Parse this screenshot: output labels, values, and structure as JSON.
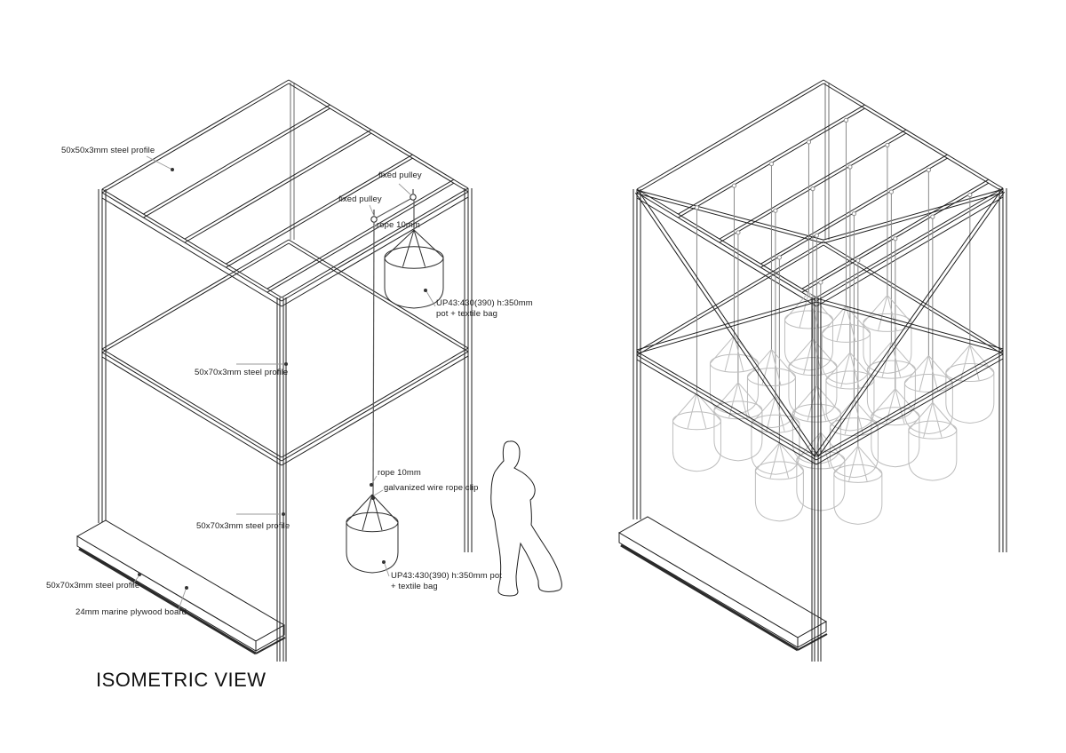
{
  "page": {
    "title": "ISOMETRIC VIEW"
  },
  "colors": {
    "background": "#ffffff",
    "frame_line": "#1f1f1f",
    "back_post": "#6e6e6e",
    "pot_dark": "#2b2b2b",
    "pot_light": "#bdbdbd",
    "rope": "#8a8a8a",
    "rope_dark": "#555555",
    "leader": "#9a9a9a",
    "leader_dot": "#333333",
    "bench_profile": "#2a2a2a"
  },
  "annotations": {
    "profile_top": "50x50x3mm steel profile",
    "fixed_pulley_upper": "fixed pulley",
    "fixed_pulley_lower": "fixed pulley",
    "rope_upper": "rope 10mm",
    "pot_upper": "UP43:430(390) h:350mm\npot + textile bag",
    "profile_mid": "50x70x3mm steel profile",
    "rope_lower": "rope 10mm",
    "wire_clip": "galvanized wire rope clip",
    "pot_lower": "UP43:430(390) h:350mm pot\n+ textile bag",
    "profile_post": "50x70x3mm steel profile",
    "profile_bench": "50x70x3mm steel profile",
    "plywood": "24mm marine plywood board"
  }
}
